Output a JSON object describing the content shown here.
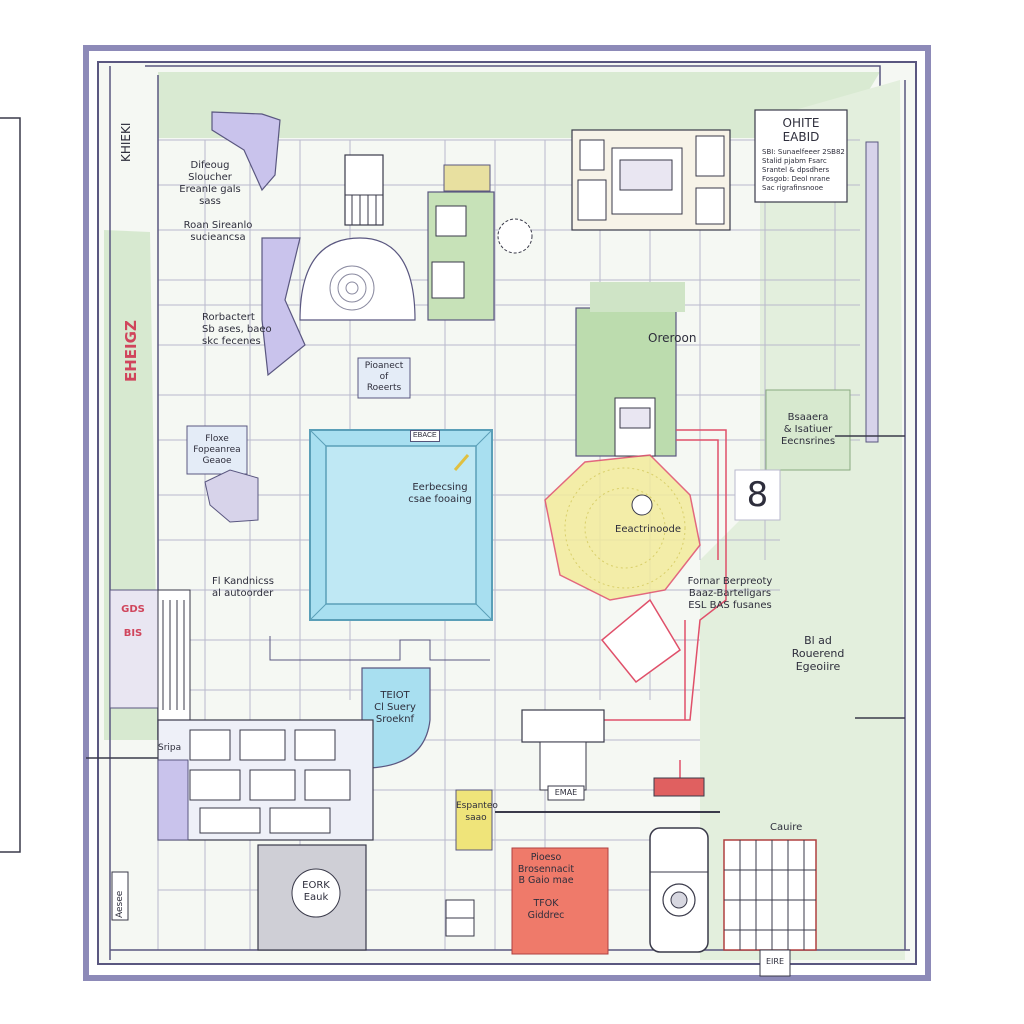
{
  "plan": {
    "title_box": "OHITE\nEABID",
    "title_box_note": "SBI: Sunaelfeeer 2SB82\nStalid pjabm Fsarc\nSrantel & dpsdhers\nFosgob: Deol nrane\nSac rigrafinsnooe",
    "colors": {
      "outer_wall": "#8d8ab8",
      "inner_wall": "#5a5780",
      "floor": "#f3f7f1",
      "green_zone": "#cfe4c6",
      "pool": "#a8dff0",
      "pool_edge": "#5a9fb8",
      "yellow_circle": "#f3ec9c",
      "red_line": "#e0506a",
      "red_block": "#ef7a6a",
      "lavender": "#c9c3ec"
    }
  },
  "labels": {
    "left_vertical": "KHIEKI",
    "left_red_vertical": "EHEIGZ",
    "top_left_a": "Difeoug Sloucher\nEreanle gals sass",
    "top_left_b": "Roan Sireanlo\nsucieancsa",
    "left_mid_a": "Rorbactert\nSb ases, baeo\nskc fecenes",
    "center_small": "Pioanect\nof\nRoeerts",
    "left_box": "Floxe\nFopeanrea\nGeaoe",
    "pool_label": "Eerbecsing\ncsae fooaing",
    "pool_tag": "EBACE",
    "left_lower": "Fl Kandnicss\nal autoorder",
    "blue_quarter": "TEIOT\nCl Suery\nSroeknf",
    "left_bottom_tag": "Sripa",
    "green_block_title": "Oreroon",
    "right_side_box": "Bsaaera\n& Isatiuer\nEecnsrines",
    "big_number": "8",
    "yellow_circle_label": "Eeactrinoode",
    "right_note": "Fornar Berpreoty\nBaaz-Barteligars\nESL BAS fusanes",
    "right_green": "Bl ad\nRouerend\nEgeoiire",
    "lower_mid_tag": "Espanteo\nsaao",
    "red_block_text": "Pioeso\nBrosennacit\nB Gaio mae\n\nTFOK\nGiddrec",
    "equip_tag": "EMAE",
    "right_bottom": "Cauire",
    "grey_block": "EORK\nEauk",
    "left_bottom_vertical": "Aesee",
    "bottom_tag": "EIRE",
    "left_red_small": "GDS\n\nBIS"
  }
}
